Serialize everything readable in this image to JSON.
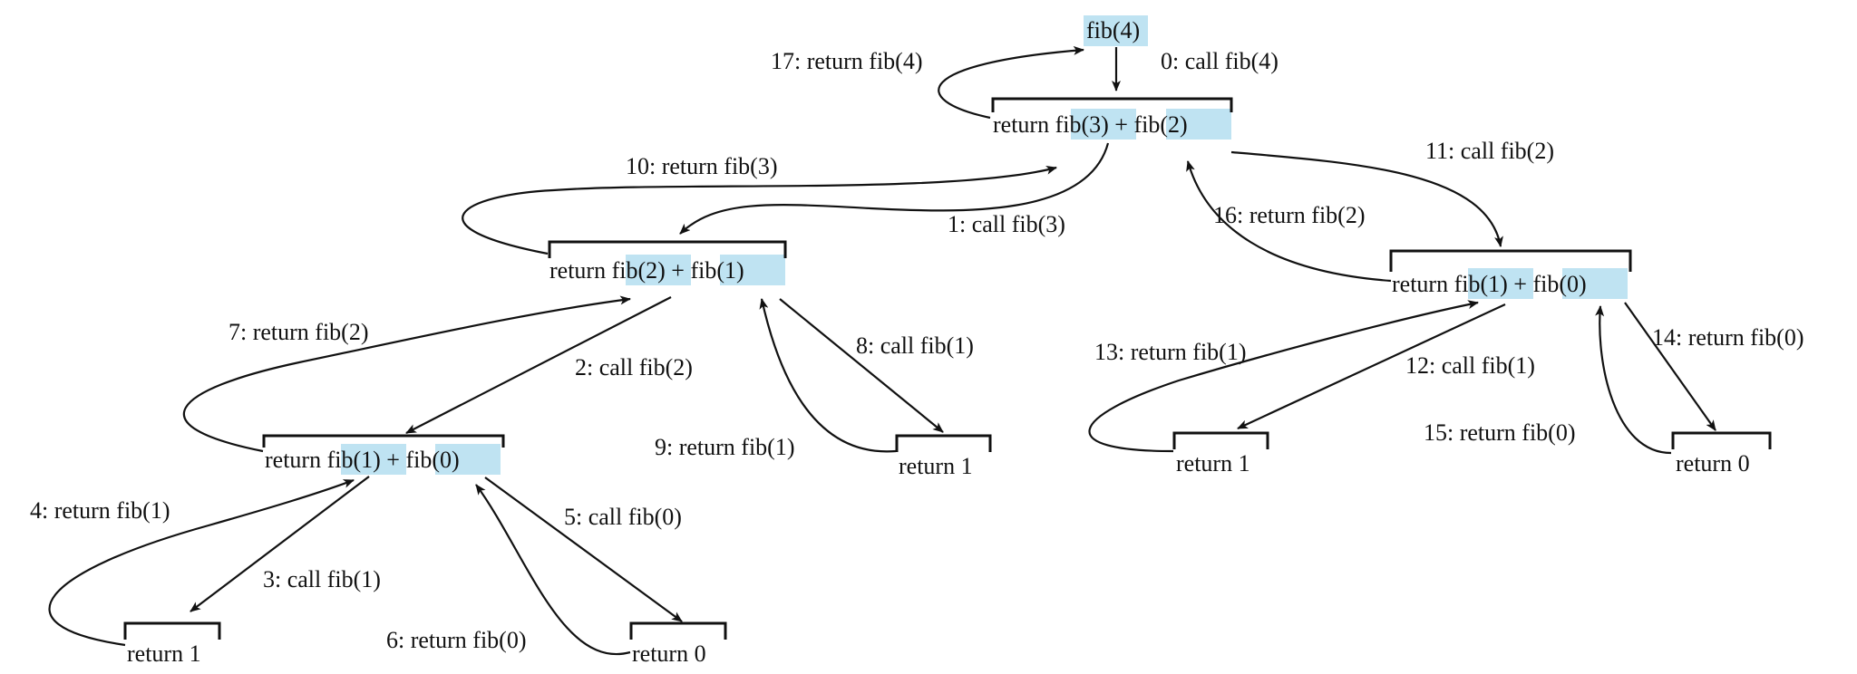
{
  "root": {
    "label": "fib(4)"
  },
  "nodes": {
    "n_fib4": {
      "prefix": "return ",
      "left": "fib(3)",
      "op": " + ",
      "right": "fib(2)"
    },
    "n_fib3": {
      "prefix": "return ",
      "left": "fib(2)",
      "op": " + ",
      "right": "fib(1)"
    },
    "n_fib2a": {
      "prefix": "return ",
      "left": "fib(1)",
      "op": " + ",
      "right": "fib(0)"
    },
    "n_fib2b": {
      "prefix": "return ",
      "left": "fib(1)",
      "op": " + ",
      "right": "fib(0)"
    },
    "leaf_1a": {
      "text": "return 1"
    },
    "leaf_0a": {
      "text": "return 0"
    },
    "leaf_1b": {
      "text": "return 1"
    },
    "leaf_1c": {
      "text": "return 1"
    },
    "leaf_0c": {
      "text": "return 0"
    }
  },
  "steps": {
    "s0": "0: call fib(4)",
    "s1": "1: call fib(3)",
    "s2": "2: call fib(2)",
    "s3": "3: call fib(1)",
    "s4": "4: return fib(1)",
    "s5": "5: call fib(0)",
    "s6": "6: return fib(0)",
    "s7": "7: return fib(2)",
    "s8": "8: call fib(1)",
    "s9": "9: return fib(1)",
    "s10": "10: return fib(3)",
    "s11": "11: call fib(2)",
    "s12": "12: call fib(1)",
    "s13": "13: return fib(1)",
    "s14": "14: return fib(0)",
    "s15": "15: return fib(0)",
    "s16": "16: return fib(2)",
    "s17": "17: return fib(4)"
  },
  "colors": {
    "highlight": "#bfe3f2",
    "ink": "#111111",
    "background": "#ffffff"
  }
}
